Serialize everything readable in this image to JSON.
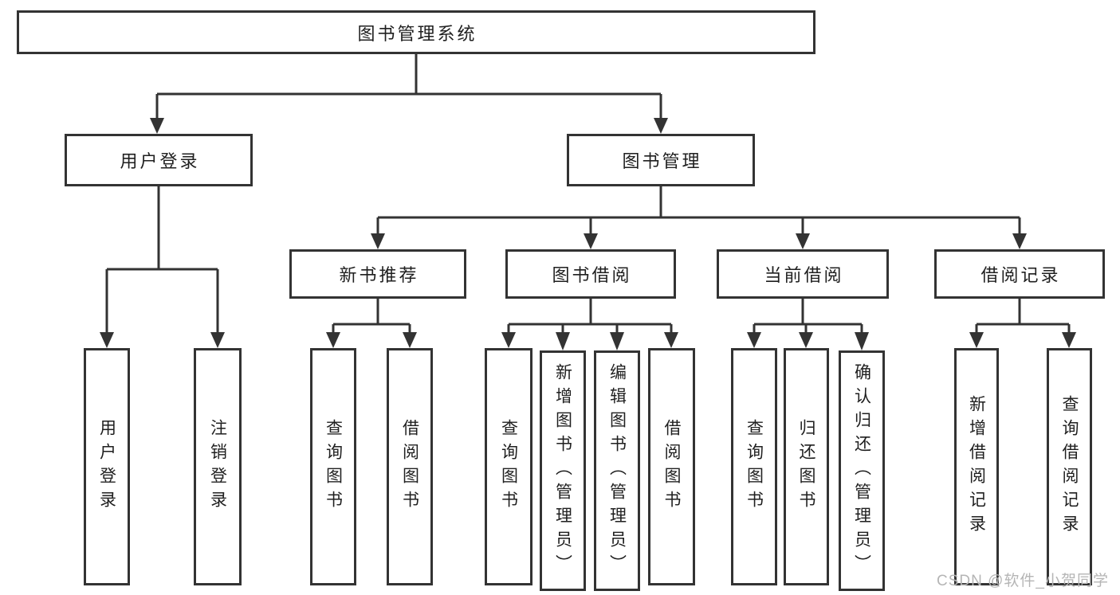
{
  "nodes": {
    "root": "图书管理系统",
    "l2": [
      "用户登录",
      "图书管理"
    ],
    "l3": [
      "新书推荐",
      "图书借阅",
      "当前借阅",
      "借阅记录"
    ],
    "user_login_leaves": [
      "用户登录",
      "注销登录"
    ],
    "new_book_leaves": [
      "查询图书",
      "借阅图书"
    ],
    "book_borrow_leaves": [
      "查询图书",
      "新增图书（管理员）",
      "编辑图书（管理员）",
      "借阅图书"
    ],
    "current_borrow_leaves": [
      "查询图书",
      "归还图书",
      "确认归还（管理员）"
    ],
    "record_leaves": [
      "新增借阅记录",
      "查询借阅记录"
    ]
  },
  "watermark": "CSDN @软件_小贺同学",
  "colors": {
    "line": "#333333",
    "text": "#1f1f1f",
    "watermark": "#b5b5b5"
  }
}
